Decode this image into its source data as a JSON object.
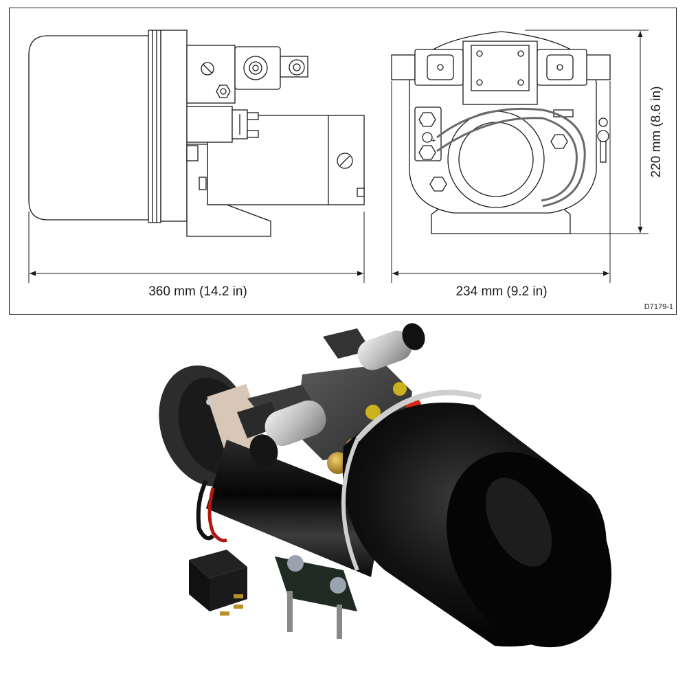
{
  "drawing": {
    "width_dimension": "360 mm (14.2 in)",
    "end_width_dimension": "234 mm (9.2 in)",
    "height_dimension": "220 mm (8.6 in)",
    "drawing_ref": "D7179-1"
  },
  "terminal_labels": {
    "minus": "-",
    "plus": "+"
  },
  "colors": {
    "line": "#1a1a1a",
    "reservoir_black": "#0a0a0a",
    "brass": "#b8902a",
    "yellow_cap": "#c9b21c",
    "red_cap": "#d42a1a",
    "wire_red": "#b01810",
    "chrome": "#d9d9d9",
    "bracket_green": "#1e2b22"
  }
}
